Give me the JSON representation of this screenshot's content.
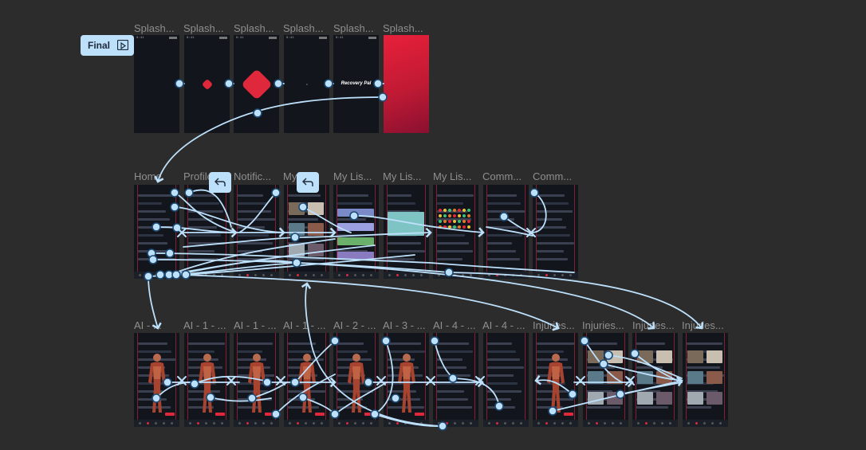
{
  "canvas": {
    "background": "#2c2c2c",
    "accent": "#e0283c",
    "connector_color": "#bde0fb"
  },
  "flow_badge": {
    "label": "Final",
    "icon": "play-frame-icon"
  },
  "rows": {
    "splash": [
      "Splash...",
      "Splash...",
      "Splash...",
      "Splash...",
      "Splash...",
      "Splash..."
    ],
    "main": [
      "Home",
      "Profile",
      "Notific...",
      "My...",
      "My Lis...",
      "My Lis...",
      "My Lis...",
      "Comm...",
      "Comm..."
    ],
    "ai": [
      "AI - ...",
      "AI - 1 - ...",
      "AI - 1 - ...",
      "AI - 1 - ...",
      "AI - 2 - ...",
      "AI - 3 - ...",
      "AI - 4 - ...",
      "AI - 4 - ...",
      "Injuries...",
      "Injuries...",
      "Injuries...",
      "Injuries..."
    ]
  },
  "splash_text": "Recovery Pal",
  "back_buttons": [
    "back-arrow-icon",
    "back-arrow-icon"
  ]
}
